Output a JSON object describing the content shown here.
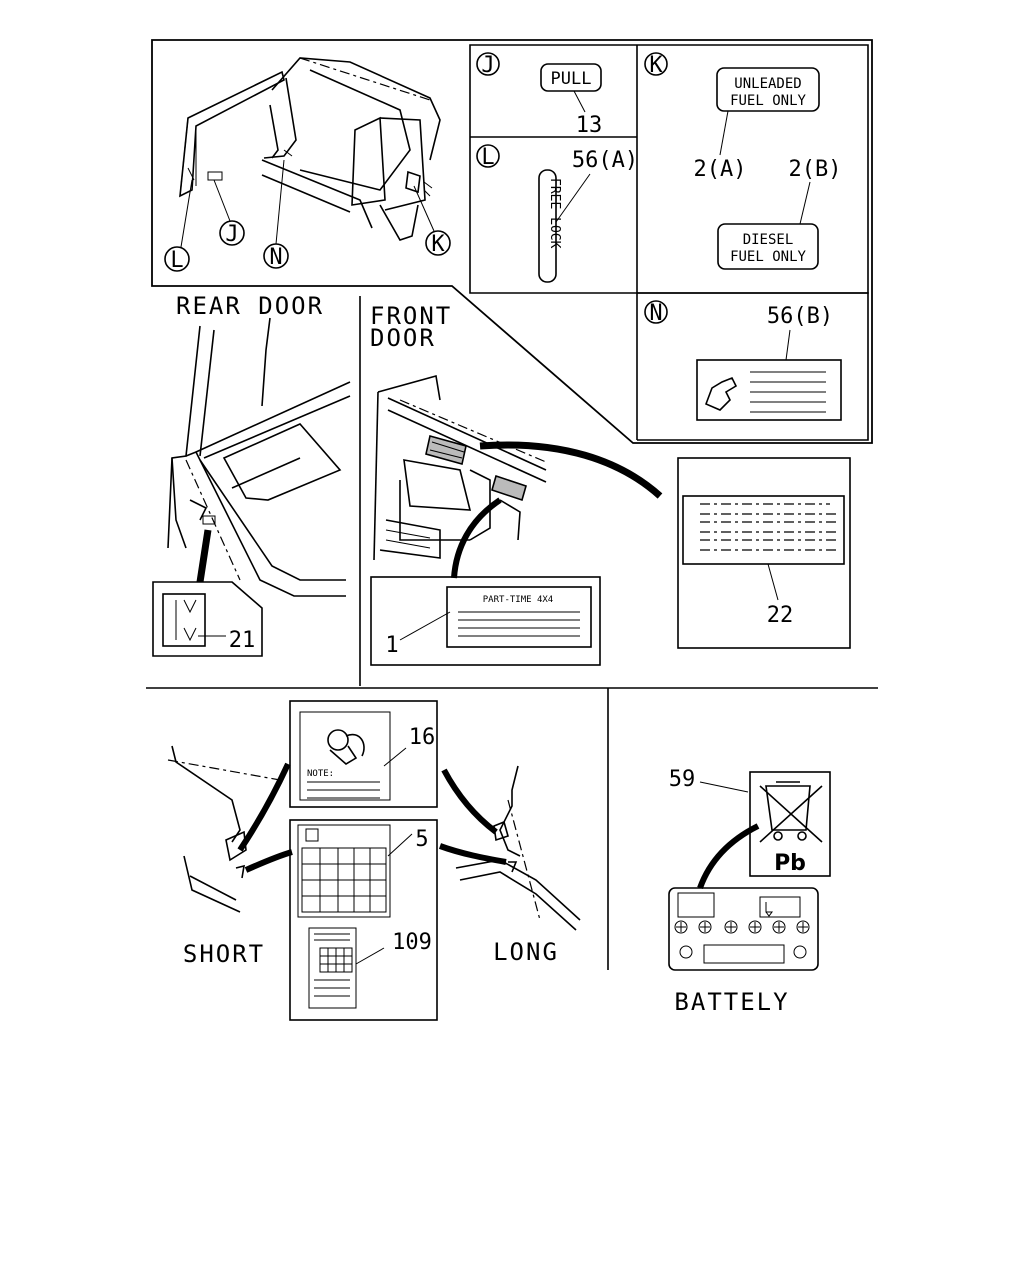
{
  "views": {
    "J": {
      "letter": "J",
      "label_text": "PULL",
      "part": "13"
    },
    "K": {
      "letter": "K",
      "label_a_line1": "UNLEADED",
      "label_a_line2": "FUEL ONLY",
      "part_a": "2(A)",
      "label_b_line1": "DIESEL",
      "label_b_line2": "FUEL ONLY",
      "part_b": "2(B)"
    },
    "L": {
      "letter": "L",
      "part": "56(A)",
      "strip_text": "FREE LOCK"
    },
    "N": {
      "letter": "N",
      "part": "56(B)"
    }
  },
  "overview_markers": [
    "L",
    "J",
    "N",
    "K"
  ],
  "sections": {
    "rear_door": {
      "caption": "REAR DOOR",
      "part": "21"
    },
    "front_door": {
      "caption_line1": "FRONT",
      "caption_line2": "DOOR",
      "part_label": "1",
      "label_heading": "PART-TIME 4X4",
      "part_right": "22"
    },
    "short": {
      "caption": "SHORT"
    },
    "long": {
      "caption": "LONG"
    },
    "center": {
      "part_airbag": "16",
      "note_text": "NOTE:",
      "part_table": "5",
      "part_sheet": "109"
    },
    "battery": {
      "caption": "BATTELY",
      "part": "59",
      "symbol": "Pb"
    }
  }
}
